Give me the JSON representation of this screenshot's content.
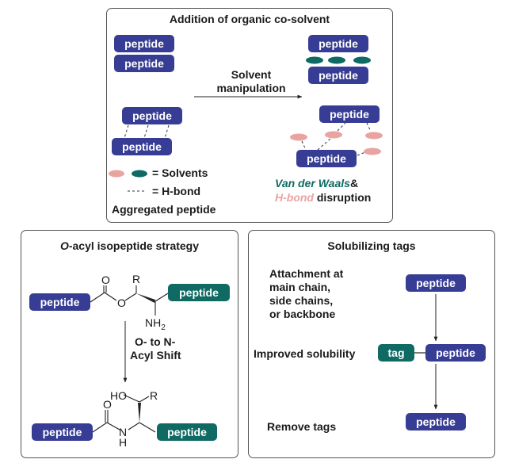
{
  "peptide_label": "peptide",
  "tag_label": "tag",
  "colors": {
    "peptide_blue": "#373d94",
    "peptide_teal": "#0e6a63",
    "solvent_pink": "#e9a4a1",
    "solvent_teal": "#0e6a63",
    "vdw_text": "#0e6a63",
    "hbond_text": "#e9a4a1"
  },
  "panel_cosolvent": {
    "title": "Addition of organic co-solvent",
    "arrow_label_line1": "Solvent",
    "arrow_label_line2": "manipulation",
    "legend_solvents": "= Solvents",
    "legend_hbond": "= H-bond",
    "aggregated_label": "Aggregated peptide",
    "disruption_vdw": "Van der Waals",
    "disruption_amp": "&",
    "disruption_hbond": "H-bond",
    "disruption_rest": "disruption"
  },
  "panel_isopeptide": {
    "title_italic": "O",
    "title_rest": "-acyl isopeptide strategy",
    "atom_O_carbonyl": "O",
    "atom_O_ester": "O",
    "atom_R_top": "R",
    "atom_NH2": "NH",
    "atom_NH2_sub": "2",
    "shift_line1": "O- to N-",
    "shift_line2": "Acyl Shift",
    "atom_HO": "HO",
    "atom_R_bottom": "R",
    "atom_O_amide": "O",
    "atom_N": "N",
    "atom_H": "H"
  },
  "panel_tags": {
    "title": "Solubilizing tags",
    "attach_line1": "Attachment at",
    "attach_line2": "main chain,",
    "attach_line3": "side chains,",
    "attach_line4": "or backbone",
    "improved": "Improved solubility",
    "remove": "Remove tags"
  }
}
